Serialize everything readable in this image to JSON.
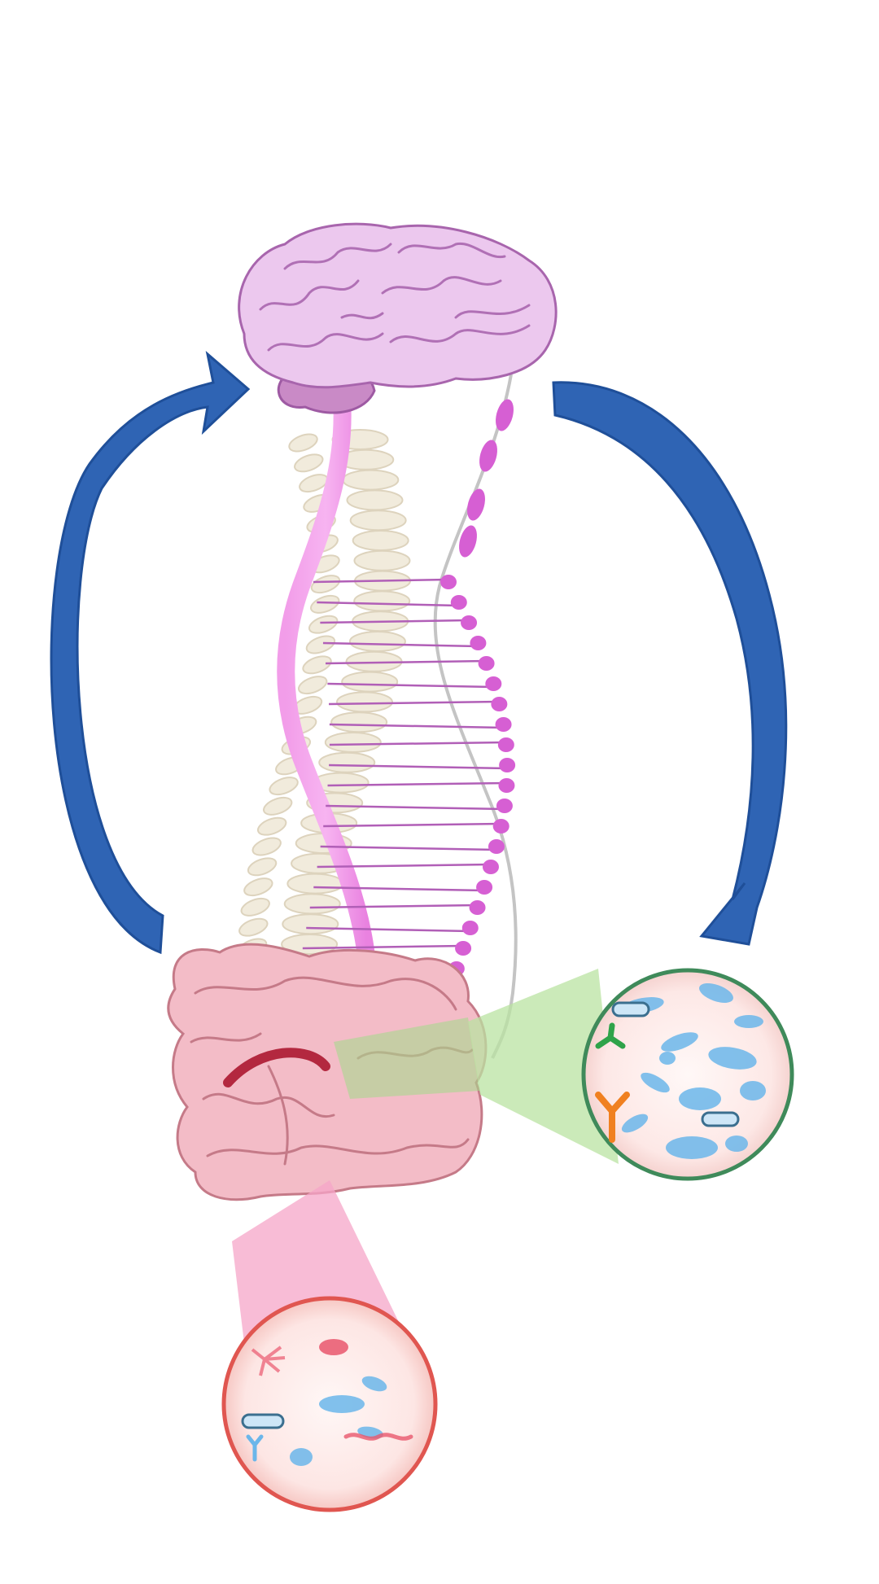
{
  "diagram": {
    "colors": {
      "arrow": "#2f64b4",
      "arrow_dark": "#1f4f99",
      "brain": "#e8c6ea",
      "brain_outline": "#9e5aa3",
      "cerebellum": "#c47fc4",
      "spinal_cord": "#ef92e8",
      "vertebrae": "#f1ebdc",
      "nerve": "#b15fb7",
      "ganglion": "#d65fd3",
      "intestine": "#f3bcc7",
      "intestine_outline": "#cc7d8b",
      "small_intestine_highlight": "#a9d98e",
      "colon_highlight": "#f6a6c8",
      "microbe_blue": "#6bb6ea",
      "microbe_green": "#2fa34a",
      "microbe_orange": "#f08020",
      "microbe_red": "#e9576d"
    },
    "parts": [
      {
        "name": "brain",
        "icon": "brain-icon"
      },
      {
        "name": "spinal-cord",
        "icon": "spinal-cord-icon"
      },
      {
        "name": "sympathetic-chain",
        "icon": "nerve-icon"
      },
      {
        "name": "intestine",
        "icon": "intestine-icon"
      },
      {
        "name": "small-intestine-microbiota",
        "icon": "microbe-icon"
      },
      {
        "name": "colon-microbiota",
        "icon": "microbe-icon"
      }
    ],
    "arrows": [
      {
        "direction": "gut-to-brain",
        "side": "left"
      },
      {
        "direction": "brain-to-gut",
        "side": "right"
      }
    ]
  }
}
